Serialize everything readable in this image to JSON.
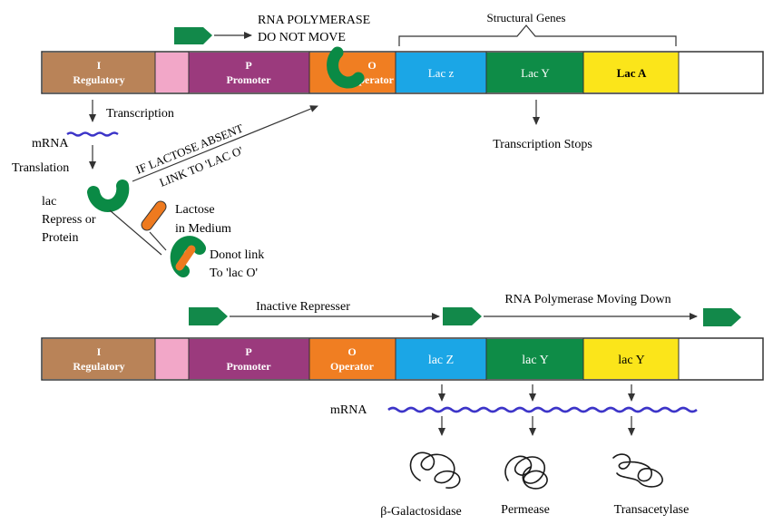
{
  "colors": {
    "regulatory": "#b98358",
    "spacer": "#f2a7c8",
    "promoter": "#9b3a7d",
    "operator": "#f07e22",
    "lac_z": "#1ba6e6",
    "lac_y": "#0e8c47",
    "lac_a": "#fbe51a",
    "repressor": "#0a8a45",
    "lactose": "#ee7a1f",
    "mrna": "#3c34c8",
    "polymerase": "#12894a"
  },
  "top": {
    "segments": {
      "regulatory_letter": "I",
      "regulatory_name": "Regulatory",
      "promoter_letter": "P",
      "promoter_name": "Promoter",
      "operator_letter": "O",
      "operator_name": "Operator",
      "gene1": "Lac z",
      "gene2": "Lac Y",
      "gene3": "Lac A"
    },
    "structural_genes": "Structural Genes",
    "polymerase_line1": "RNA POLYMERASE",
    "polymerase_line2": "DO NOT MOVE",
    "transcription": "Transcription",
    "mrna": "mRNA",
    "translation": "Translation",
    "repressor_line1": "lac",
    "repressor_line2": "Repress or",
    "repressor_line3": "Protein",
    "link_line1": "IF LACTOSE ABSENT",
    "link_line2": "LINK TO 'LAC O'",
    "lactose_line1": "Lactose",
    "lactose_line2": "in Medium",
    "donot_line1": "Donot link",
    "donot_line2": "To 'lac O'",
    "transcription_stops": "Transcription Stops"
  },
  "bottom": {
    "segments": {
      "regulatory_letter": "I",
      "regulatory_name": "Regulatory",
      "promoter_letter": "P",
      "promoter_name": "Promoter",
      "operator_letter": "O",
      "operator_name": "Operator",
      "gene1": "lac Z",
      "gene2": "lac Y",
      "gene3": "lac Y"
    },
    "inactive_repressor": "Inactive Represser",
    "polymerase_moving": "RNA Polymerase Moving Down",
    "mrna": "mRNA",
    "product1": "β-Galactosidase",
    "product2": "Permease",
    "product3": "Transacetylase"
  }
}
